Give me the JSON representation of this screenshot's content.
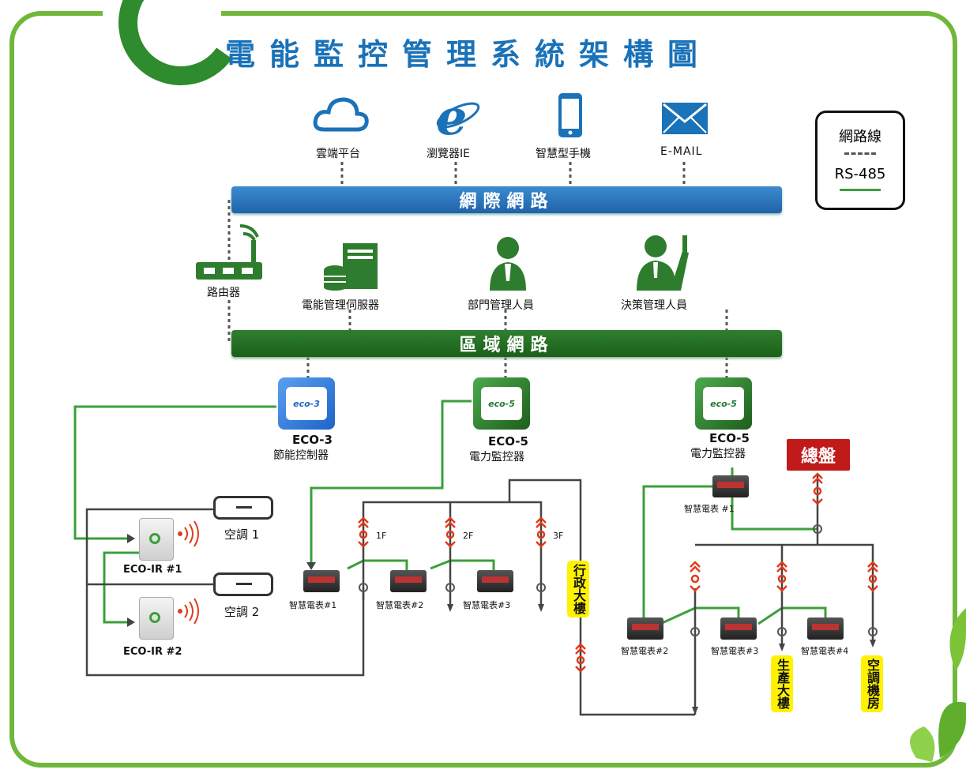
{
  "title": "電能監控管理系統架構圖",
  "top_nodes": [
    {
      "icon": "cloud-icon",
      "label": "雲端平台"
    },
    {
      "icon": "ie-icon",
      "label": "瀏覽器IE"
    },
    {
      "icon": "smartphone-icon",
      "label": "智慧型手機"
    },
    {
      "icon": "mail-icon",
      "label": "E-MAIL"
    }
  ],
  "internet_bar": "網際網路",
  "lan_bar": "區域網路",
  "router_label": "路由器",
  "mid_nodes": [
    {
      "icon": "server-icon",
      "label": "電能管理伺服器"
    },
    {
      "icon": "person-icon",
      "label": "部門管理人員"
    },
    {
      "icon": "person-pointing-icon",
      "label": "決策管理人員"
    }
  ],
  "legend": {
    "network": "網路線",
    "rs485": "RS-485"
  },
  "controllers": [
    {
      "badge": "eco-3",
      "name": "ECO-3",
      "desc": "節能控制器",
      "color": "#1f63c8"
    },
    {
      "badge": "eco-5",
      "name": "ECO-5",
      "desc": "電力監控器",
      "color": "#1d7a2e"
    },
    {
      "badge": "eco-5",
      "name": "ECO-5",
      "desc": "電力監控器",
      "color": "#1d7a2e"
    }
  ],
  "ir_devices": [
    "ECO-IR #1",
    "ECO-IR #2"
  ],
  "aircons": [
    "空調 1",
    "空調 2"
  ],
  "left_meters": [
    "智慧電表#1",
    "智慧電表#2",
    "智慧電表#3"
  ],
  "floors": [
    "1F",
    "2F",
    "3F"
  ],
  "right_meter_top": "智慧電表 #1",
  "right_meters": [
    "智慧電表#2",
    "智慧電表#3",
    "智慧電表#4"
  ],
  "total_panel": "總盤",
  "buildings": [
    "行政大樓",
    "生產大樓",
    "空調機房"
  ],
  "colors": {
    "green_line": "#3aa03a",
    "network_line": "#444444",
    "blue": "#1f63a8",
    "dark_green": "#1b5f1b",
    "frame": "#6fb83a",
    "red": "#c01a1a",
    "yellow": "#fff200"
  }
}
